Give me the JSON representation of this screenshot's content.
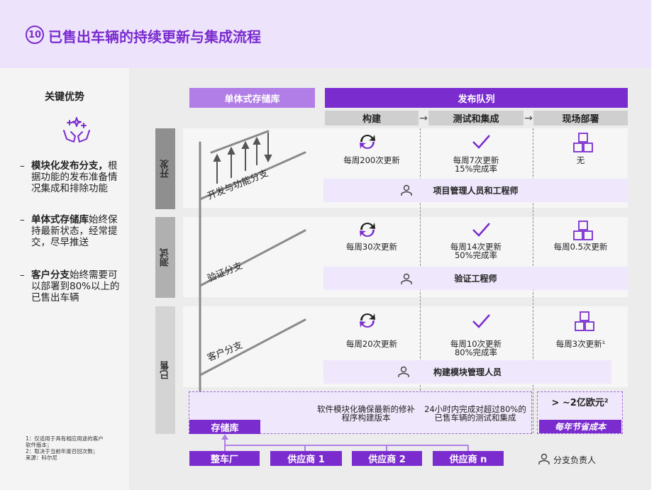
{
  "title": {
    "number": "10",
    "text": "已售出车辆的持续更新与集成流程"
  },
  "sidebar": {
    "heading": "关键优势",
    "bullets": [
      {
        "bold": "模块化发布分支，",
        "rest": "根据功能的发布准备情况集成和排除功能"
      },
      {
        "bold": "单体式存储库",
        "rest": "始终保持最新状态，经常提交，尽早推送"
      },
      {
        "bold": "客户分支",
        "rest": "始终需要可以部署到80%以上的已售出车辆"
      }
    ],
    "footnotes": [
      "1：仅适用于具有相应用途的客户",
      "软件版本；",
      "2：取决于当前年度召回次数；",
      "来源：科尔尼"
    ]
  },
  "headers": {
    "repo": "单体式存储库",
    "release": "发布队列",
    "stages": [
      "构建",
      "测试和集成",
      "现场部署"
    ]
  },
  "rows": [
    {
      "label": "开发",
      "branch": "开发与功能分支",
      "build": "每周200次更新",
      "test_a": "每周7次更新",
      "test_b": "15%完成率",
      "deploy": "无",
      "role": "项目管理人员和工程师"
    },
    {
      "label": "测试",
      "branch": "验证分支",
      "build": "每周30次更新",
      "test_a": "每周14次更新",
      "test_b": "50%完成率",
      "deploy": "每周0.5次更新",
      "role": "验证工程师"
    },
    {
      "label": "已售",
      "branch": "客户分支",
      "build": "每周20次更新",
      "test_a": "每周10次更新",
      "test_b": "80%完成率",
      "deploy": "每周3次更新¹",
      "role": "构建模块管理人员"
    }
  ],
  "bottom": {
    "repo_label": "存储库",
    "text_a": "软件模块化确保最新的修补程序构建版本",
    "text_b": "24小时内完成对超过80%的已售车辆的测试和集成",
    "saving_value": "> ~2亿欧元²",
    "saving_label": "每年节省成本"
  },
  "suppliers": [
    "整车厂",
    "供应商 1",
    "供应商 2",
    "供应商 n"
  ],
  "legend": "分支负责人",
  "colors": {
    "accent": "#7a2ccf",
    "light_accent": "#b07ee6",
    "band": "#efe7fb"
  }
}
